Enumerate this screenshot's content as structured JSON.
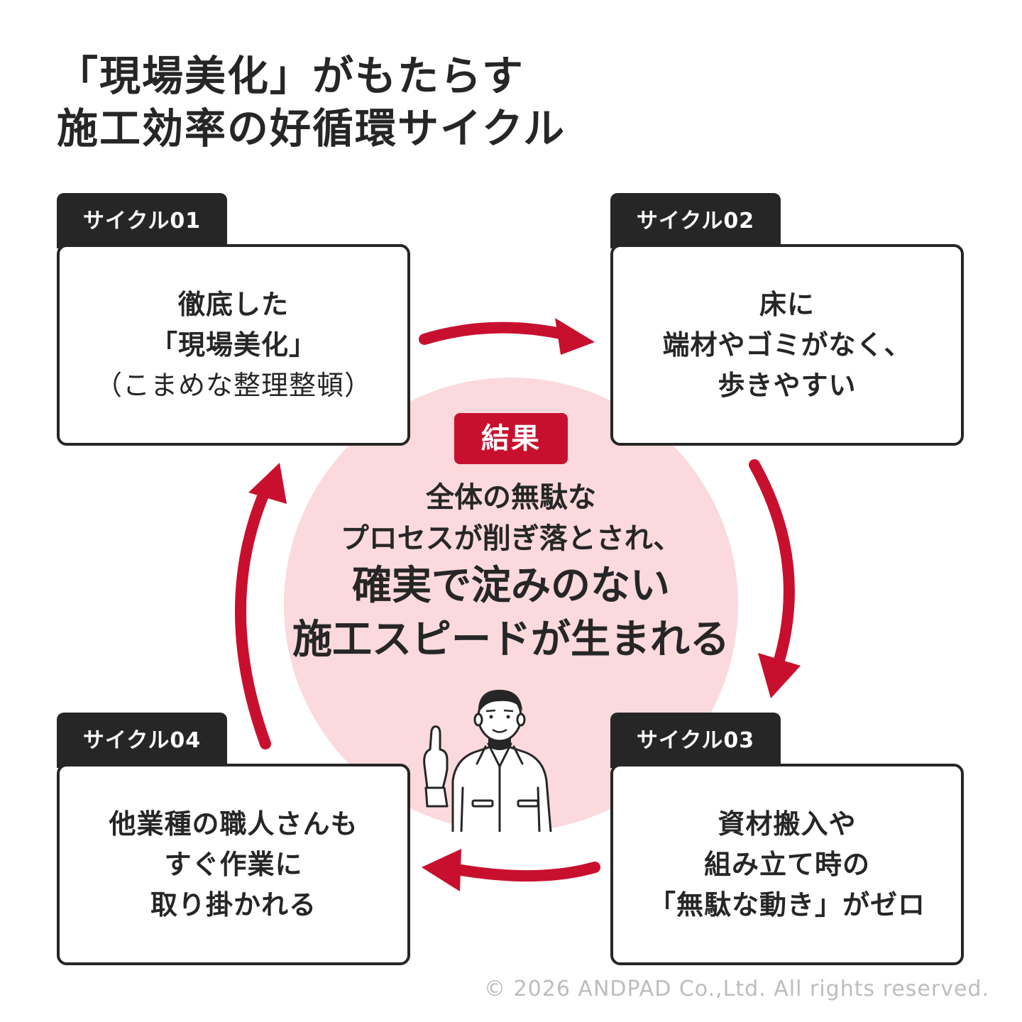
{
  "title": {
    "line1": "「現場美化」がもたらす",
    "line2": "施工効率の好循環サイクル"
  },
  "cycles": [
    {
      "tag": "サイクル01",
      "lines": [
        "徹底した",
        "「現場美化」",
        "（こまめな整理整頓）"
      ]
    },
    {
      "tag": "サイクル02",
      "lines": [
        "床に",
        "端材やゴミがなく、",
        "歩きやすい"
      ]
    },
    {
      "tag": "サイクル03",
      "lines": [
        "資材搬入や",
        "組み立て時の",
        "「無駄な動き」がゼロ"
      ]
    },
    {
      "tag": "サイクル04",
      "lines": [
        "他業種の職人さんも",
        "すぐ作業に",
        "取り掛かれる"
      ]
    }
  ],
  "result": {
    "badge": "結果",
    "line1": "全体の無駄な",
    "line2": "プロセスが削ぎ落とされ、",
    "line3": "確実で淀みのない",
    "line4": "施工スピードが生まれる"
  },
  "copyright": "© 2026 ANDPAD Co.,Ltd. All rights reserved.",
  "colors": {
    "accent": "#c8102e",
    "circle": "#fbd9dd",
    "dark": "#262626",
    "muted": "#bdbdbd"
  },
  "icons": {
    "arrows": "curved-arrow-icon",
    "person": "worker-pointing-up-icon"
  }
}
